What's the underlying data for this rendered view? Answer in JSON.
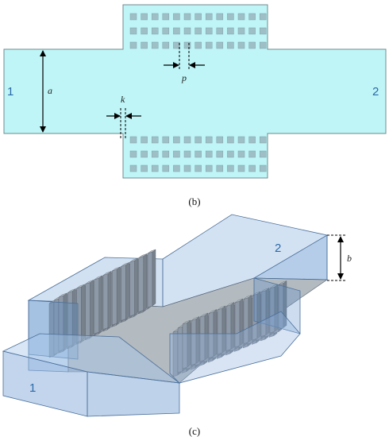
{
  "panel_b": {
    "caption": "(b)",
    "port_left": "1",
    "port_right": "2",
    "dim_a": "a",
    "dim_p": "p",
    "dim_k": "k",
    "fill_color": "#bff5f7",
    "pin_color": "#9fbfc6",
    "grid_rows_per_block": 3,
    "grid_cols": 13
  },
  "panel_c": {
    "caption": "(c)",
    "port_left": "1",
    "port_right": "2",
    "dim_b": "b",
    "box_color": "#8fb3de",
    "pillar_color": "#8f9aa8",
    "floor_color": "#9aa3ab"
  }
}
